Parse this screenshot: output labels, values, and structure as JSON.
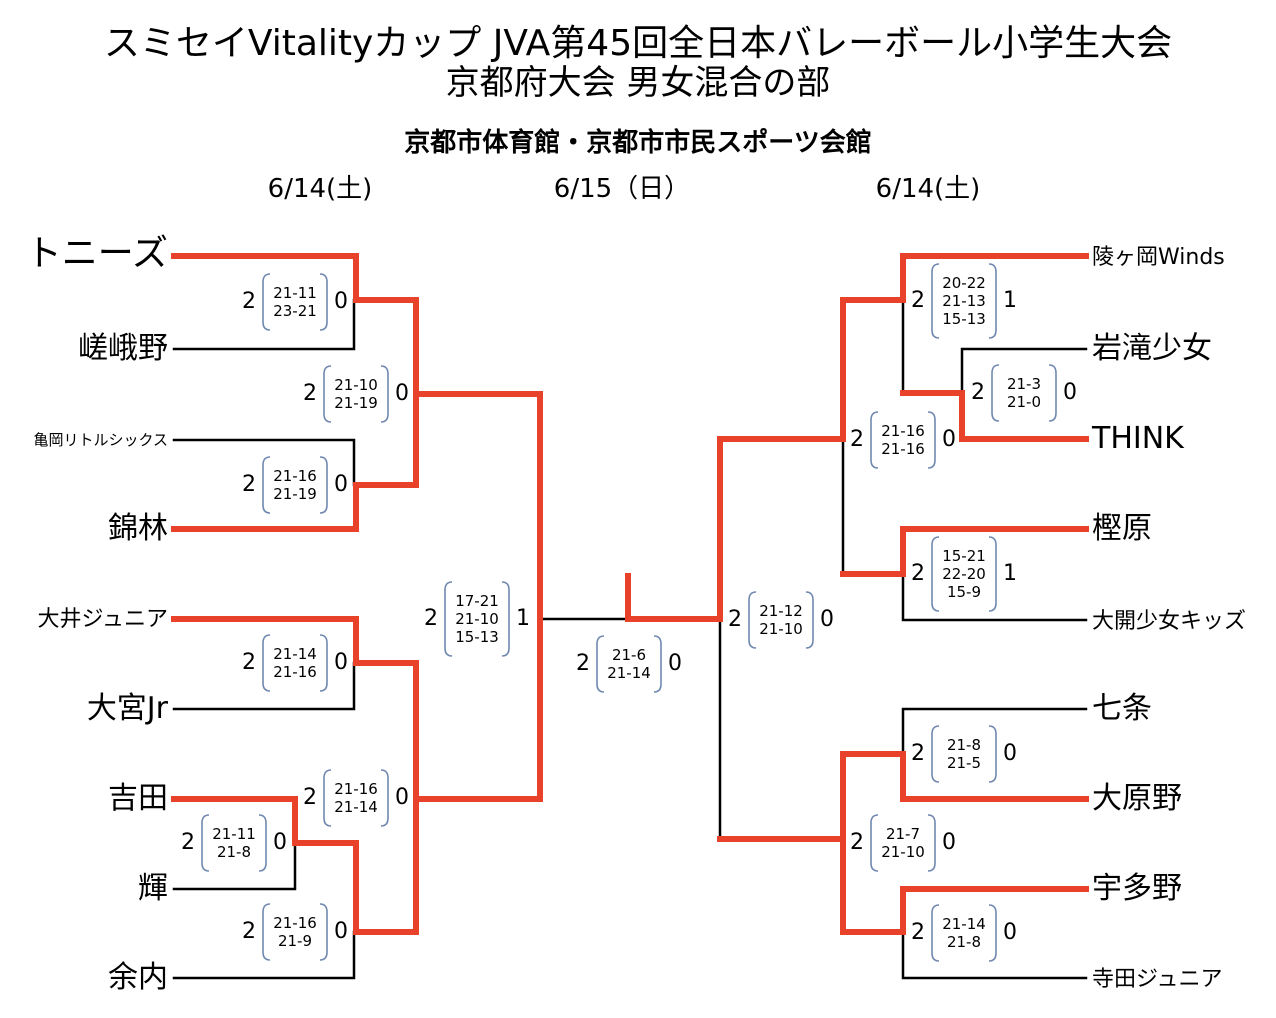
{
  "header": {
    "title_line1": "スミセイVitalityカップ JVA第45回全日本バレーボール小学生大会",
    "title_line2": "京都府大会 男女混合の部",
    "venue": "京都市体育館・京都市市民スポーツ会館"
  },
  "dates": {
    "left": "6/14(土)",
    "center": "6/15（日）",
    "right": "6/14(土)"
  },
  "colors": {
    "winner_line": "#e8432a",
    "loser_line": "#000000",
    "score_bracket": "#7088b0"
  },
  "teams": {
    "left": [
      "トニーズ",
      "嵯峨野",
      "亀岡リトルシックス",
      "錦林",
      "大井ジュニア",
      "大宮Jr",
      "吉田",
      "輝",
      "余内"
    ],
    "right": [
      "陵ヶ岡Winds",
      "岩滝少女",
      "THINK",
      "樫原",
      "大開少女キッズ",
      "七条",
      "大原野",
      "宇多野",
      "寺田ジュニア"
    ]
  },
  "matches": {
    "L1": {
      "w": "2",
      "l": "0",
      "sets": [
        "21-11",
        "23-21"
      ]
    },
    "L2": {
      "w": "2",
      "l": "0",
      "sets": [
        "21-10",
        "21-19"
      ]
    },
    "L3": {
      "w": "2",
      "l": "0",
      "sets": [
        "21-16",
        "21-19"
      ]
    },
    "L4": {
      "w": "2",
      "l": "0",
      "sets": [
        "21-14",
        "21-16"
      ]
    },
    "L5": {
      "w": "2",
      "l": "0",
      "sets": [
        "21-16",
        "21-14"
      ]
    },
    "L6": {
      "w": "2",
      "l": "0",
      "sets": [
        "21-11",
        "21-8"
      ]
    },
    "L7": {
      "w": "2",
      "l": "0",
      "sets": [
        "21-16",
        "21-9"
      ]
    },
    "LSF": {
      "w": "2",
      "l": "1",
      "sets": [
        "17-21",
        "21-10",
        "15-13"
      ]
    },
    "F": {
      "w": "2",
      "l": "0",
      "sets": [
        "21-6",
        "21-14"
      ]
    },
    "RSF": {
      "w": "2",
      "l": "0",
      "sets": [
        "21-12",
        "21-10"
      ]
    },
    "R1": {
      "w": "2",
      "l": "1",
      "sets": [
        "20-22",
        "21-13",
        "15-13"
      ]
    },
    "R2": {
      "w": "2",
      "l": "0",
      "sets": [
        "21-3",
        "21-0"
      ]
    },
    "R3": {
      "w": "2",
      "l": "0",
      "sets": [
        "21-16",
        "21-16"
      ]
    },
    "R4": {
      "w": "2",
      "l": "1",
      "sets": [
        "15-21",
        "22-20",
        "15-9"
      ]
    },
    "R5": {
      "w": "2",
      "l": "0",
      "sets": [
        "21-8",
        "21-5"
      ]
    },
    "R6": {
      "w": "2",
      "l": "0",
      "sets": [
        "21-7",
        "21-10"
      ]
    },
    "R7": {
      "w": "2",
      "l": "0",
      "sets": [
        "21-14",
        "21-8"
      ]
    }
  }
}
